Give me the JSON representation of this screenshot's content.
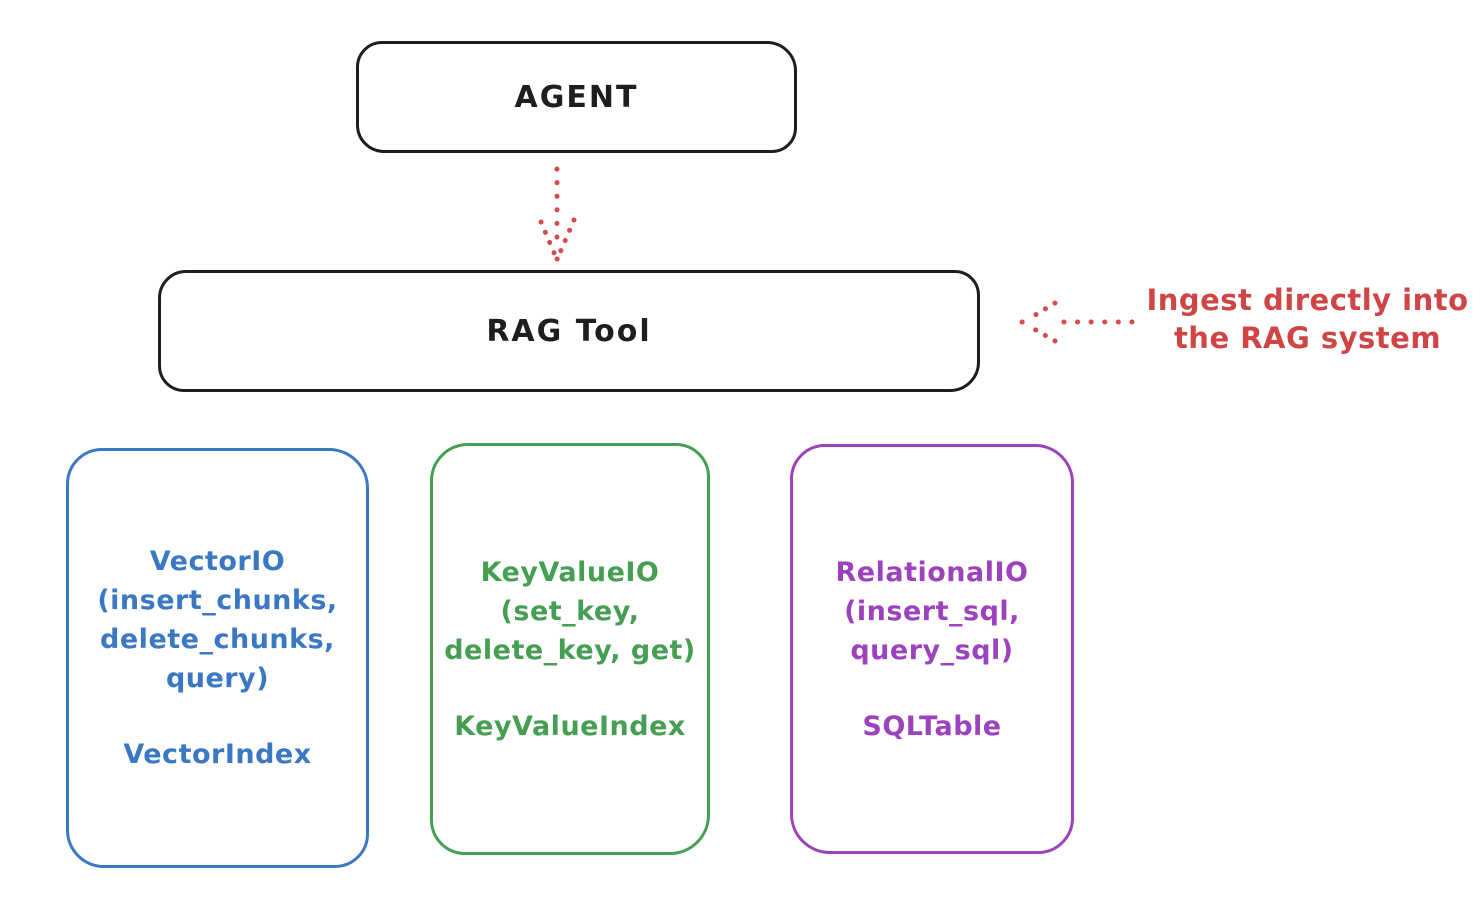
{
  "canvas": {
    "background": "#ffffff",
    "ink_color": "#1e1e1e"
  },
  "nodes": {
    "agent": {
      "label": "AGENT",
      "color": "#1e1e1e"
    },
    "rag_tool": {
      "label": "RAG Tool",
      "color": "#1e1e1e"
    },
    "vector_io": {
      "color": "#3b78c4",
      "lines": [
        "VectorIO",
        "(insert_chunks,",
        "delete_chunks,",
        "query)"
      ],
      "index_label": "VectorIndex"
    },
    "key_value_io": {
      "color": "#459e52",
      "lines": [
        "KeyValueIO",
        "(set_key,",
        "delete_key, get)"
      ],
      "index_label": "KeyValueIndex"
    },
    "relational_io": {
      "color": "#9c42bd",
      "lines": [
        "RelationalIO",
        "(insert_sql,",
        "query_sql)"
      ],
      "index_label": "SQLTable"
    }
  },
  "annotation": {
    "line1": "Ingest directly into",
    "line2": "the RAG system",
    "color": "#cf4545"
  },
  "arrows": {
    "color": "#d64c4c"
  }
}
